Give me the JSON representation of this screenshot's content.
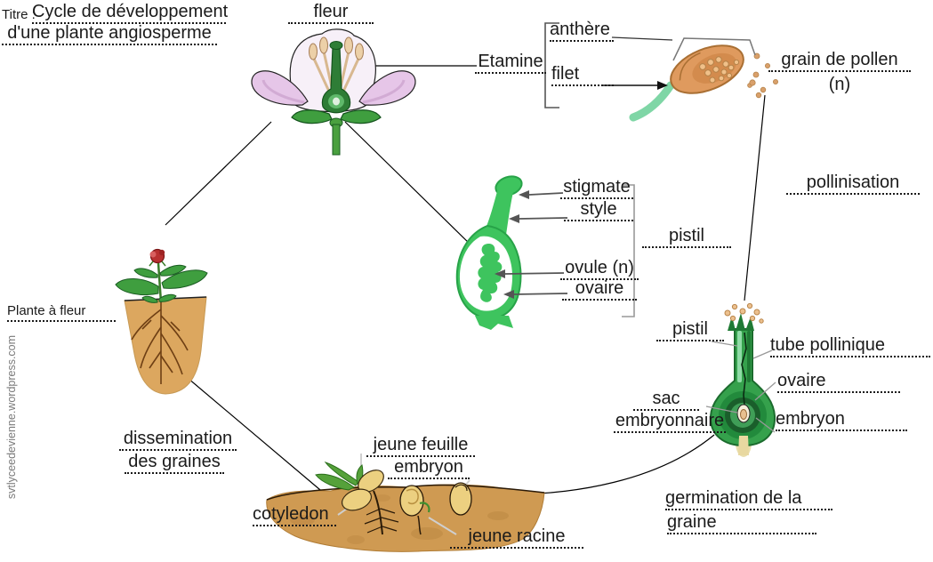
{
  "title": {
    "prefix": "Titre :",
    "line1": "Cycle de développement",
    "line2": "d'une plante angiosperme"
  },
  "watermark": "svtlyceedevienne.wordpress.com",
  "flower": {
    "label": "fleur"
  },
  "stamen": {
    "group": "Etamine",
    "anther": "anthère",
    "filament": "filet"
  },
  "pollen": {
    "label": "grain de pollen",
    "ploidy": "(n)"
  },
  "pollination": {
    "label": "pollinisation"
  },
  "pistil_diagram": {
    "stigma": "stigmate",
    "style": "style",
    "ovule": "ovule (n)",
    "ovary": "ovaire",
    "group": "pistil"
  },
  "plant": {
    "label": "Plante à fleur"
  },
  "dissemination": {
    "line1": "dissemination",
    "line2": "des graines"
  },
  "fertilization": {
    "pistil": "pistil",
    "pollen_tube": "tube pollinique",
    "ovary": "ovaire",
    "sac_line1": "sac",
    "sac_line2": "embryonnaire",
    "embryo": "embryon"
  },
  "germination_diagram": {
    "young_leaf": "jeune feuille",
    "embryo": "embryon",
    "cotyledon": "cotyledon",
    "young_root": "jeune racine"
  },
  "germination": {
    "line1": "germination de la",
    "line2": "graine"
  },
  "colors": {
    "leaf_green": "#3f9e3f",
    "pistil_green": "#3ec45e",
    "anther_orange": "#df9a5e",
    "pollen_tan": "#e2b383",
    "soil_tan": "#d9a45f",
    "petal_pink": "#e6c6e8",
    "seed_yellow": "#ecd080",
    "watermark_gray": "#7a7a7a"
  }
}
